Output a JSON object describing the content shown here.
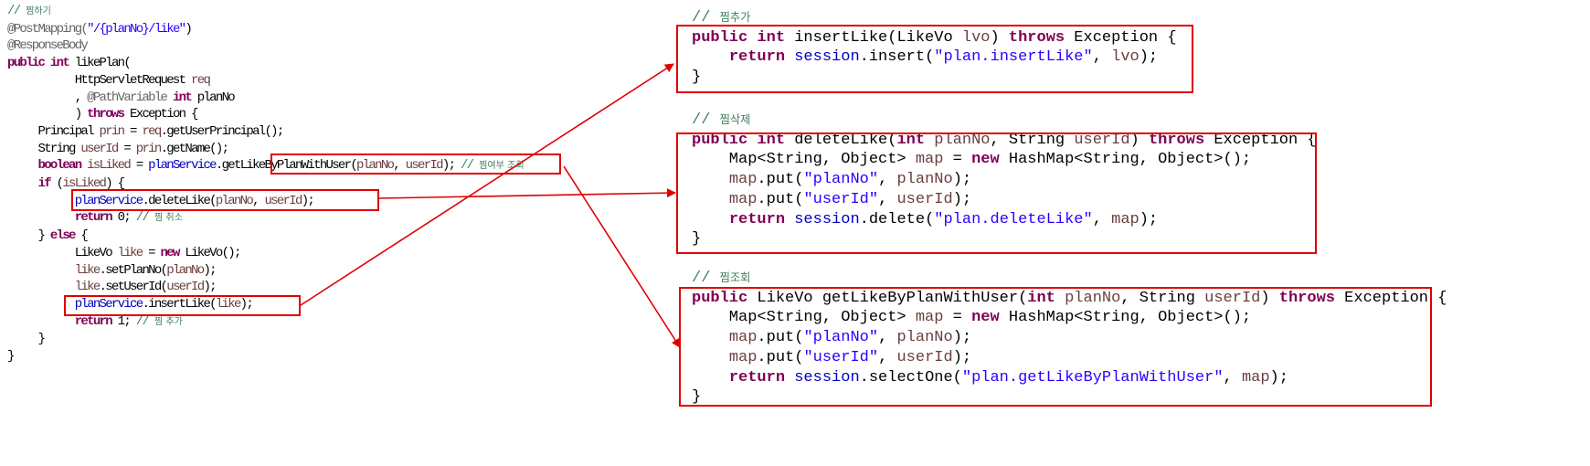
{
  "accent_color": "#e00000",
  "code": {
    "controller": [
      [
        [
          "// ",
          "cm"
        ],
        [
          "찜하기",
          "c"
        ]
      ],
      [
        [
          "@PostMapping(",
          "a"
        ],
        [
          "\"/{planNo}/like\"",
          "s"
        ],
        [
          ")",
          "p"
        ]
      ],
      [
        [
          "@ResponseBody",
          "a"
        ]
      ],
      [
        [
          "public",
          "k"
        ],
        [
          " ",
          "p"
        ],
        [
          "int",
          "k"
        ],
        [
          " likePlan(",
          "p"
        ]
      ],
      [
        [
          "           HttpServletRequest ",
          "p"
        ],
        [
          "req",
          "v"
        ]
      ],
      [
        [
          "           , ",
          "p"
        ],
        [
          "@PathVariable",
          "a"
        ],
        [
          " ",
          "p"
        ],
        [
          "int",
          "k"
        ],
        [
          " planNo",
          "p"
        ]
      ],
      [
        [
          "           ) ",
          "p"
        ],
        [
          "throws",
          "k"
        ],
        [
          " Exception {",
          "p"
        ]
      ],
      [
        [
          "     Principal ",
          "p"
        ],
        [
          "prin",
          "v"
        ],
        [
          " = ",
          "p"
        ],
        [
          "req",
          "v"
        ],
        [
          ".getUserPrincipal();",
          "p"
        ]
      ],
      [
        [
          "     String ",
          "p"
        ],
        [
          "userId",
          "v"
        ],
        [
          " = ",
          "p"
        ],
        [
          "prin",
          "v"
        ],
        [
          ".getName();",
          "p"
        ]
      ],
      [
        [
          "     ",
          "p"
        ],
        [
          "boolean",
          "k"
        ],
        [
          " ",
          "p"
        ],
        [
          "isLiked",
          "v"
        ],
        [
          " = ",
          "p"
        ],
        [
          "planService",
          "f"
        ],
        [
          ".getLikeByPlanWithUser(",
          "p"
        ],
        [
          "planNo",
          "v"
        ],
        [
          ", ",
          "p"
        ],
        [
          "userId",
          "v"
        ],
        [
          "); ",
          "p"
        ],
        [
          "// ",
          "cm"
        ],
        [
          "찜여부 조회",
          "c"
        ]
      ],
      [
        [
          "     ",
          "p"
        ],
        [
          "if",
          "k"
        ],
        [
          " (",
          "p"
        ],
        [
          "isLiked",
          "v"
        ],
        [
          ") {",
          "p"
        ]
      ],
      [
        [
          "           ",
          "p"
        ],
        [
          "planService",
          "f"
        ],
        [
          ".deleteLike(",
          "p"
        ],
        [
          "planNo",
          "v"
        ],
        [
          ", ",
          "p"
        ],
        [
          "userId",
          "v"
        ],
        [
          ");",
          "p"
        ]
      ],
      [
        [
          "           ",
          "p"
        ],
        [
          "return",
          "k"
        ],
        [
          " 0; ",
          "p"
        ],
        [
          "// ",
          "cm"
        ],
        [
          "찜 취소",
          "c"
        ]
      ],
      [
        [
          "     } ",
          "p"
        ],
        [
          "else",
          "k"
        ],
        [
          " {",
          "p"
        ]
      ],
      [
        [
          "           LikeVo ",
          "p"
        ],
        [
          "like",
          "v"
        ],
        [
          " = ",
          "p"
        ],
        [
          "new",
          "k"
        ],
        [
          " LikeVo();",
          "p"
        ]
      ],
      [
        [
          "           ",
          "p"
        ],
        [
          "like",
          "v"
        ],
        [
          ".setPlanNo(",
          "p"
        ],
        [
          "planNo",
          "v"
        ],
        [
          ");",
          "p"
        ]
      ],
      [
        [
          "           ",
          "p"
        ],
        [
          "like",
          "v"
        ],
        [
          ".setUserId(",
          "p"
        ],
        [
          "userId",
          "v"
        ],
        [
          ");",
          "p"
        ]
      ],
      [
        [
          "           ",
          "p"
        ],
        [
          "planService",
          "f"
        ],
        [
          ".insertLike(",
          "p"
        ],
        [
          "like",
          "v"
        ],
        [
          ");",
          "p"
        ]
      ],
      [
        [
          "           ",
          "p"
        ],
        [
          "return",
          "k"
        ],
        [
          " 1; ",
          "p"
        ],
        [
          "// ",
          "cm"
        ],
        [
          "찜 추가",
          "c"
        ]
      ],
      [
        [
          "     }",
          "p"
        ]
      ],
      [
        [
          "}",
          "p"
        ]
      ]
    ],
    "insert": [
      [
        [
          "// ",
          "cm"
        ],
        [
          "찜추가",
          "c"
        ]
      ],
      [
        [
          "public",
          "k"
        ],
        [
          " ",
          "p"
        ],
        [
          "int",
          "k"
        ],
        [
          " insertLike(LikeVo ",
          "p"
        ],
        [
          "lvo",
          "v"
        ],
        [
          ") ",
          "p"
        ],
        [
          "throws",
          "k"
        ],
        [
          " Exception {",
          "p"
        ]
      ],
      [
        [
          "    ",
          "p"
        ],
        [
          "return",
          "k"
        ],
        [
          " ",
          "p"
        ],
        [
          "session",
          "f"
        ],
        [
          ".insert(",
          "p"
        ],
        [
          "\"plan.insertLike\"",
          "s"
        ],
        [
          ", ",
          "p"
        ],
        [
          "lvo",
          "v"
        ],
        [
          ");",
          "p"
        ]
      ],
      [
        [
          "}",
          "p"
        ]
      ]
    ],
    "delete": [
      [
        [
          "// ",
          "cm"
        ],
        [
          "찜삭제",
          "c"
        ]
      ],
      [
        [
          "public",
          "k"
        ],
        [
          " ",
          "p"
        ],
        [
          "int",
          "k"
        ],
        [
          " deleteLike(",
          "p"
        ],
        [
          "int",
          "k"
        ],
        [
          " ",
          "p"
        ],
        [
          "planNo",
          "v"
        ],
        [
          ", String ",
          "p"
        ],
        [
          "userId",
          "v"
        ],
        [
          ") ",
          "p"
        ],
        [
          "throws",
          "k"
        ],
        [
          " Exception {",
          "p"
        ]
      ],
      [
        [
          "    Map<String, Object> ",
          "p"
        ],
        [
          "map",
          "v"
        ],
        [
          " = ",
          "p"
        ],
        [
          "new",
          "k"
        ],
        [
          " HashMap<String, Object>();",
          "p"
        ]
      ],
      [
        [
          "    ",
          "p"
        ],
        [
          "map",
          "v"
        ],
        [
          ".put(",
          "p"
        ],
        [
          "\"planNo\"",
          "s"
        ],
        [
          ", ",
          "p"
        ],
        [
          "planNo",
          "v"
        ],
        [
          ");",
          "p"
        ]
      ],
      [
        [
          "    ",
          "p"
        ],
        [
          "map",
          "v"
        ],
        [
          ".put(",
          "p"
        ],
        [
          "\"userId\"",
          "s"
        ],
        [
          ", ",
          "p"
        ],
        [
          "userId",
          "v"
        ],
        [
          ");",
          "p"
        ]
      ],
      [
        [
          "    ",
          "p"
        ],
        [
          "return",
          "k"
        ],
        [
          " ",
          "p"
        ],
        [
          "session",
          "f"
        ],
        [
          ".delete(",
          "p"
        ],
        [
          "\"plan.deleteLike\"",
          "s"
        ],
        [
          ", ",
          "p"
        ],
        [
          "map",
          "v"
        ],
        [
          ");",
          "p"
        ]
      ],
      [
        [
          "}",
          "p"
        ]
      ]
    ],
    "select": [
      [
        [
          "// ",
          "cm"
        ],
        [
          "찜조회",
          "c"
        ]
      ],
      [
        [
          "public",
          "k"
        ],
        [
          " LikeVo getLikeByPlanWithUser(",
          "p"
        ],
        [
          "int",
          "k"
        ],
        [
          " ",
          "p"
        ],
        [
          "planNo",
          "v"
        ],
        [
          ", String ",
          "p"
        ],
        [
          "userId",
          "v"
        ],
        [
          ") ",
          "p"
        ],
        [
          "throws",
          "k"
        ],
        [
          " Exception {",
          "p"
        ]
      ],
      [
        [
          "    Map<String, Object> ",
          "p"
        ],
        [
          "map",
          "v"
        ],
        [
          " = ",
          "p"
        ],
        [
          "new",
          "k"
        ],
        [
          " HashMap<String, Object>();",
          "p"
        ]
      ],
      [
        [
          "    ",
          "p"
        ],
        [
          "map",
          "v"
        ],
        [
          ".put(",
          "p"
        ],
        [
          "\"planNo\"",
          "s"
        ],
        [
          ", ",
          "p"
        ],
        [
          "planNo",
          "v"
        ],
        [
          ");",
          "p"
        ]
      ],
      [
        [
          "    ",
          "p"
        ],
        [
          "map",
          "v"
        ],
        [
          ".put(",
          "p"
        ],
        [
          "\"userId\"",
          "s"
        ],
        [
          ", ",
          "p"
        ],
        [
          "userId",
          "v"
        ],
        [
          ");",
          "p"
        ]
      ],
      [
        [
          "    ",
          "p"
        ],
        [
          "return",
          "k"
        ],
        [
          " ",
          "p"
        ],
        [
          "session",
          "f"
        ],
        [
          ".selectOne(",
          "p"
        ],
        [
          "\"plan.getLikeByPlanWithUser\"",
          "s"
        ],
        [
          ", ",
          "p"
        ],
        [
          "map",
          "v"
        ],
        [
          ");",
          "p"
        ]
      ],
      [
        [
          "}",
          "p"
        ]
      ]
    ]
  }
}
